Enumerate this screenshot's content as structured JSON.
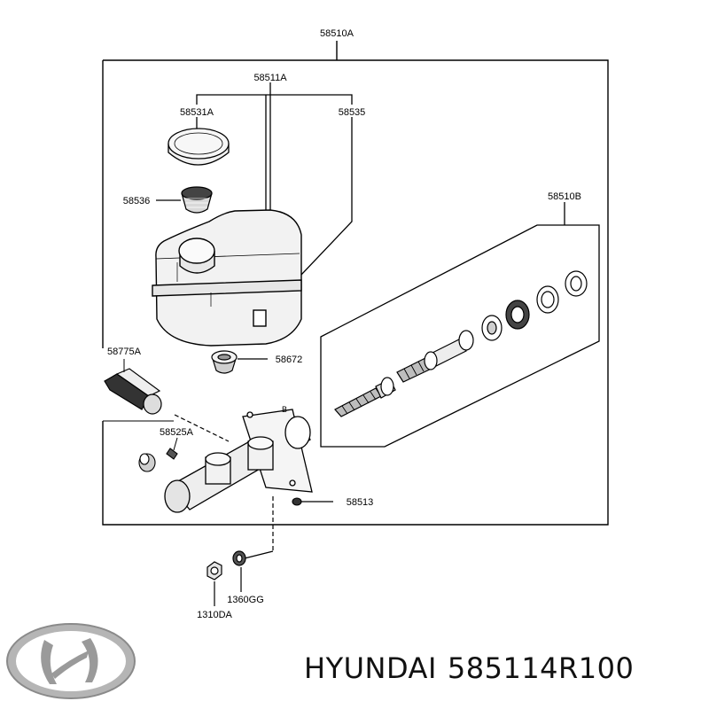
{
  "labels": {
    "assembly": "58510A",
    "reservoir_assy": "58511A",
    "cap": "58531A",
    "reservoir": "58535",
    "strainer": "58536",
    "piston_kit": "58510B",
    "sensor": "58775A",
    "grommet": "58672",
    "union": "58525A",
    "bleeder": "58513",
    "washer": "1360GG",
    "nut": "1310DA",
    "callout_b": "B"
  },
  "footer": {
    "brand": "HYUNDAI",
    "part_number": "585114R100"
  },
  "colors": {
    "line": "#000000",
    "part_fill": "#f2f2f2",
    "shade": "#c8c8c8",
    "logo": "#9a9a9a"
  }
}
